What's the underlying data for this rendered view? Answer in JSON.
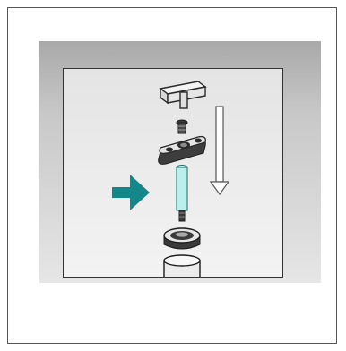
{
  "diagram": {
    "colors": {
      "accent_arrow": "#13878a",
      "highlight_part": "#b9f0ec",
      "part_outline": "#2a2a2a",
      "part_fill": "#e9e9e9",
      "dark_part": "#3a3a3a",
      "direction_arrow": "#555555"
    },
    "parts": [
      {
        "name": "t-handle-key",
        "icon": "t-handle"
      },
      {
        "name": "small-screw",
        "icon": "screw"
      },
      {
        "name": "mounting-plate",
        "icon": "plate"
      },
      {
        "name": "threaded-pin",
        "icon": "pin",
        "highlighted": true
      },
      {
        "name": "cap-fitting",
        "icon": "cap"
      },
      {
        "name": "tube",
        "icon": "cylinder"
      }
    ],
    "indicators": {
      "pointer": "right-arrow-icon",
      "direction": "down-arrow-icon"
    }
  }
}
